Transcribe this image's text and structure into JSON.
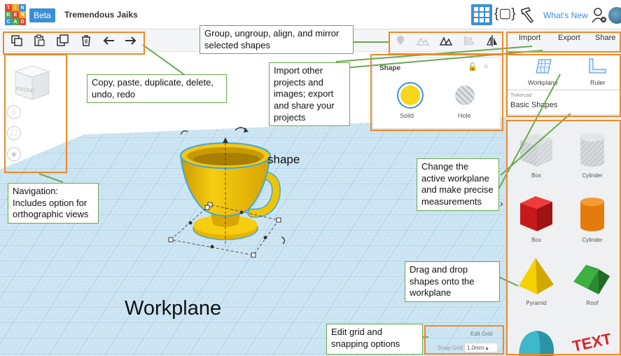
{
  "app": {
    "logo_letters": [
      "T",
      "I",
      "N",
      "K",
      "E",
      "R",
      "C",
      "A",
      "D"
    ],
    "beta_label": "Beta",
    "project_title": "Tremendous Jaiks",
    "whats_new": "What's New"
  },
  "toolbar_right": {
    "import": "Import",
    "export": "Export",
    "share": "Share"
  },
  "shape_panel": {
    "title": "Shape",
    "solid_label": "Solid",
    "hole_label": "Hole"
  },
  "sidebar": {
    "workplane_label": "Workplane",
    "ruler_label": "Ruler",
    "library_source": "Tinkercad",
    "library_name": "Basic Shapes",
    "shapes": [
      {
        "label": "Box"
      },
      {
        "label": "Cylinder"
      },
      {
        "label": "Box"
      },
      {
        "label": "Cylinder"
      },
      {
        "label": "Pyramid"
      },
      {
        "label": "Roof"
      },
      {
        "label": ""
      },
      {
        "label": ""
      }
    ]
  },
  "grid_settings": {
    "edit_grid": "Edit Grid",
    "snap_grid_label": "Snap Grid",
    "snap_grid_value": "1.0mm ▴"
  },
  "navigation": {
    "cube_face": "FRONT"
  },
  "annotations": {
    "toolbar_left": "Copy, paste, duplicate, delete, undo, redo",
    "toolbar_mid": "Group, ungroup, align, and mirror selected shapes",
    "import_export": "Import other projects and images; export and share your projects",
    "navigation": "Navigation: Includes option for orthographic views",
    "workplane_tools": "Change the active workplane and make precise measurements",
    "drag_drop": "Drag and drop shapes onto the workplane",
    "grid_options": "Edit grid and snapping options",
    "shape_word": "shape",
    "workplane_word": "Workplane"
  },
  "colors": {
    "accent": "#3b8fd6",
    "callout_border": "#6aa84f",
    "highlight_border": "#ed8a2a",
    "workplane": "#cfe6f3",
    "cup": "#f2c300"
  }
}
